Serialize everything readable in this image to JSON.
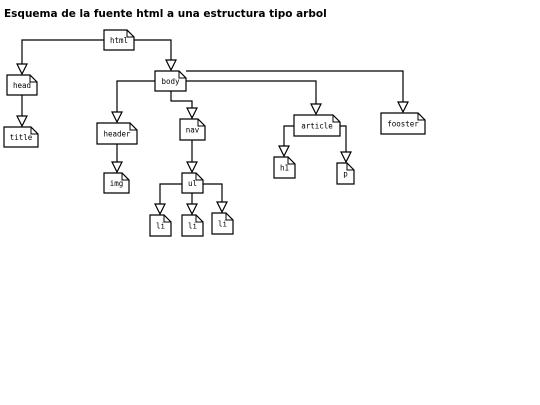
{
  "title": "Esquema de la fuente html a una estructura tipo arbol",
  "nodes": {
    "html": "html",
    "head": "head",
    "title": "title",
    "body": "body",
    "header": "header",
    "img": "img",
    "nav": "nav",
    "ul": "ul",
    "li1": "li",
    "li2": "li",
    "li3": "li",
    "article": "article",
    "h1": "h1",
    "p": "p",
    "footer": "fooster"
  },
  "colors": {
    "stroke": "#000000",
    "background": "#ffffff"
  }
}
